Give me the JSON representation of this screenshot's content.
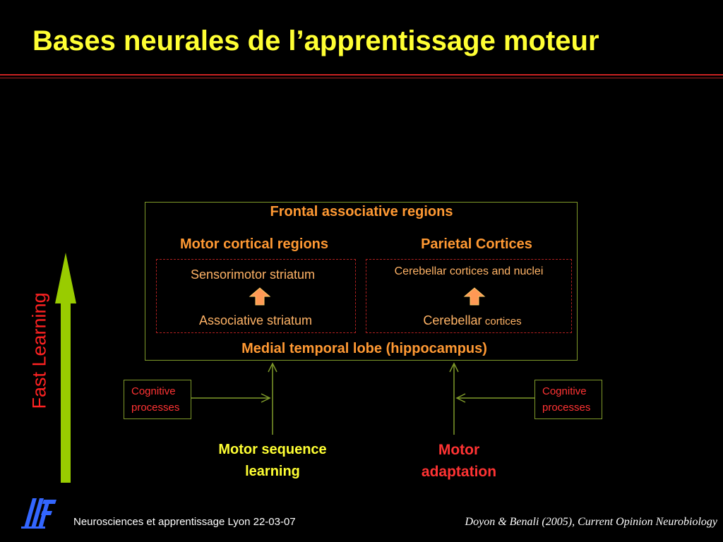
{
  "slide": {
    "title": "Bases neurales de l’apprentissage moteur"
  },
  "diagram": {
    "frontal": "Frontal associative regions",
    "motor_cortical": "Motor cortical regions",
    "parietal": "Parietal Cortices",
    "sensorimotor_striatum": "Sensorimotor striatum",
    "associative_striatum": "Associative striatum",
    "cerebellar_cortices_nuclei": "Cerebellar cortices and nuclei",
    "cerebellar_main": "Cerebellar",
    "cerebellar_sub": "cortices",
    "medial_temporal": "Medial temporal lobe (hippocampus)",
    "cognitive_left": [
      "Cognitive",
      "processes"
    ],
    "cognitive_right": [
      "Cognitive",
      "processes"
    ],
    "motor_sequence": [
      "Motor sequence",
      "learning"
    ],
    "motor_adaptation": [
      "Motor",
      "adaptation"
    ],
    "fast_learning": "Fast Learning"
  },
  "footer": {
    "event": "Neurosciences et apprentissage Lyon 22-03-07",
    "citation": "Doyon & Benali (2005), Current Opinion  Neurobiology"
  },
  "colors": {
    "title": "#ffff33",
    "box_border": "#7f9a2a",
    "dashed_border": "#b02020",
    "heading": "#ff9933",
    "red": "#ff3333",
    "big_arrow": "#99cc00",
    "small_arrow_fill": "#ff9955"
  },
  "icons": {
    "logo": "lif-logo",
    "up_arrow": "up-arrow-icon"
  }
}
